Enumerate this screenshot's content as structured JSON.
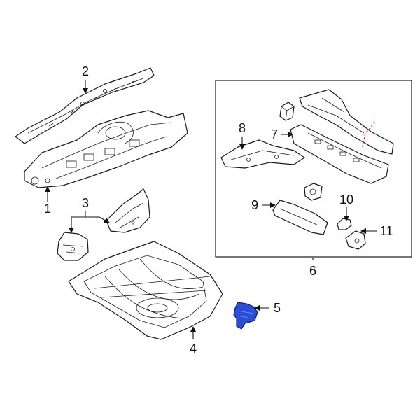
{
  "callouts": {
    "c1": "1",
    "c2": "2",
    "c3": "3",
    "c4": "4",
    "c5": "5",
    "c6": "6",
    "c7": "7",
    "c8": "8",
    "c9": "9",
    "c10": "10",
    "c11": "11"
  },
  "colors": {
    "highlight": "#2a4fd6",
    "cut_line": "#d8262c",
    "line": "#1a1a1a"
  }
}
